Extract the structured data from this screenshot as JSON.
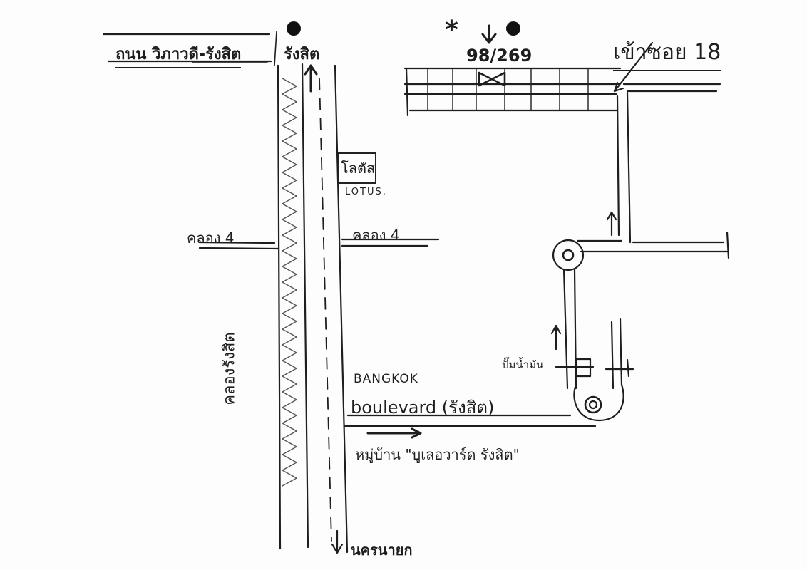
{
  "map": {
    "road_vibhavadi": "ถนน วิภาวดี-รังสิต",
    "rangsit": "รังสิต",
    "house_number": "98/269",
    "soi_entrance": "เข้าซอย 18",
    "lotus_thai": "โลตัส",
    "lotus_en": "LOTUS.",
    "khlong4_left": "คลอง 4",
    "khlong4_right": "คลอง 4",
    "canal_vertical": "คลองรังสิต",
    "bangkok": "BANGKOK",
    "boulevard": "boulevard (รังสิต)",
    "village": "หมู่บ้าน \"บูเลอวาร์ด รังสิต\"",
    "gas_station": "ปั๊มน้ำมัน",
    "nakhon_nayok": "นครนายก",
    "asterisk": "*",
    "ink_color": "#1e1e1e"
  }
}
